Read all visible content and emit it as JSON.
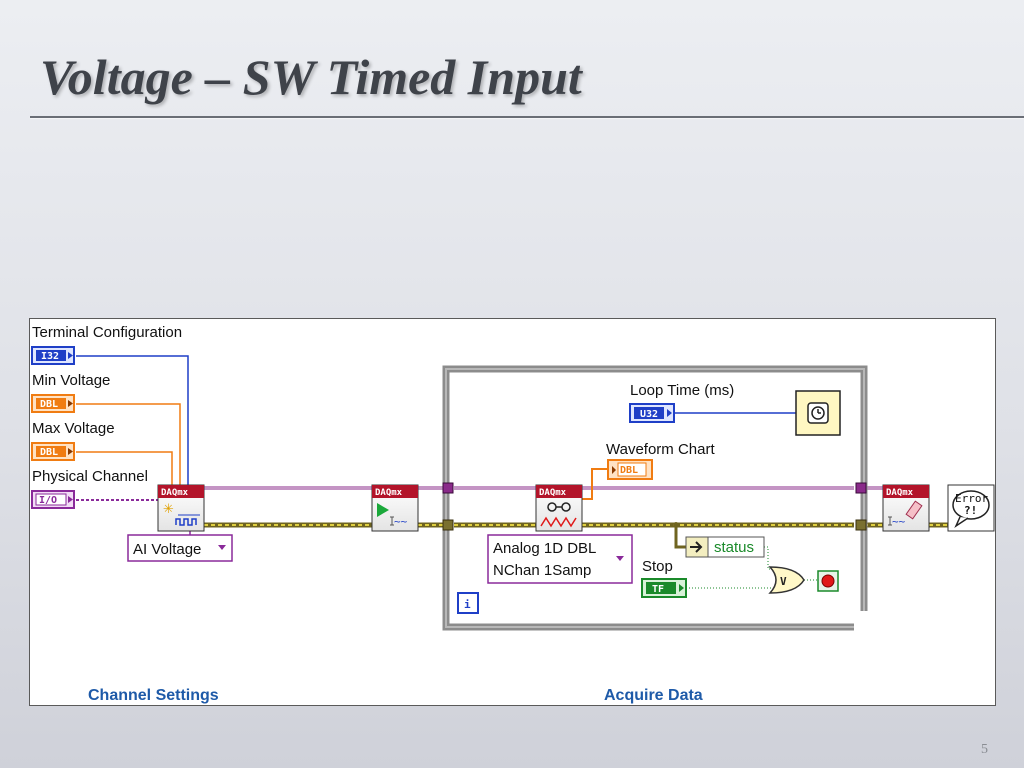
{
  "slide": {
    "title": "Voltage – SW Timed Input",
    "page_number": "5"
  },
  "diagram": {
    "controls": {
      "terminal_configuration": {
        "label": "Terminal Configuration",
        "type": "I32"
      },
      "min_voltage": {
        "label": "Min Voltage",
        "type": "DBL"
      },
      "max_voltage": {
        "label": "Max Voltage",
        "type": "DBL"
      },
      "physical_channel": {
        "label": "Physical Channel",
        "type": "I/O"
      }
    },
    "vi_header": "DAQmx",
    "create_channel_selector": "AI Voltage",
    "loop": {
      "loop_time_label": "Loop Time (ms)",
      "loop_time_type": "U32",
      "waveform_chart_label": "Waveform Chart",
      "waveform_chart_type": "DBL",
      "read_selector_line1": "Analog 1D DBL",
      "read_selector_line2": "NChan 1Samp",
      "unbundle_status": "status",
      "stop_label": "Stop",
      "stop_type": "TF",
      "or_symbol": "V",
      "iteration_terminal": "i"
    },
    "error_handler_line1": "Error",
    "error_handler_line2": "?!",
    "sections": {
      "channel_settings": "Channel Settings",
      "acquire_data": "Acquire Data"
    },
    "colors": {
      "i32_blue": "#1f3fc7",
      "dbl_orange": "#f07c12",
      "io_purple": "#8a2a9a",
      "bool_green": "#1a8a2a",
      "error_yellow": "#b8a630",
      "task_purple": "#8a2a8a",
      "vi_header_red": "#b3142a",
      "section_blue": "#1e5aa8"
    }
  }
}
